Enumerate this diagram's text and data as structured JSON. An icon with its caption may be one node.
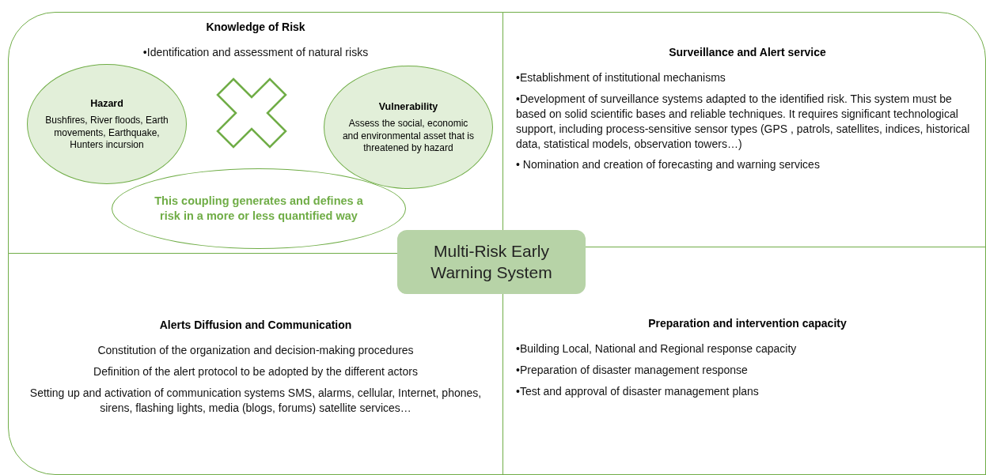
{
  "diagram": {
    "nodes": [
      {
        "text": [
          "Knowledge of Risk",
          "•Identification and assessment of natural risks"
        ]
      },
      {
        "text": [
          "Hazard",
          "Bushfires, River floods, Earth movements, Earthquake, Hunters incursion"
        ],
        "in": 0
      },
      {
        "text": [
          "Vulnerability",
          "Assess the social, economic and environmental asset that is threatened by hazard"
        ],
        "in": 0
      },
      {
        "text": [
          "This coupling generates and defines a risk in a more or less quantified way"
        ],
        "in": 0
      },
      {
        "text": [
          "Surveillance and Alert service",
          "•Establishment of institutional mechanisms",
          "•Development of surveillance systems adapted to the identified risk. This system must be based on solid scientific bases and reliable techniques. It requires significant technological support, including process-sensitive sensor types (GPS , patrols, satellites, indices, historical data, statistical models, observation towers…)",
          "• Nomination and creation of forecasting and warning services"
        ]
      },
      {
        "text": [
          "Multi-Risk Early Warning System"
        ]
      },
      {
        "text": [
          "Alerts Diffusion and Communication",
          "Constitution of the organization and decision-making procedures",
          "Definition of the alert protocol to be adopted by the different actors",
          "Setting up and activation of communication systems SMS, alarms, cellular, Internet, phones, sirens, flashing lights, media (blogs, forums) satellite services…"
        ]
      },
      {
        "text": [
          "Preparation and intervention capacity",
          "•Building Local, National and Regional response capacity",
          "•Preparation of disaster management response",
          "•Test and approval of disaster management plans"
        ]
      }
    ]
  }
}
